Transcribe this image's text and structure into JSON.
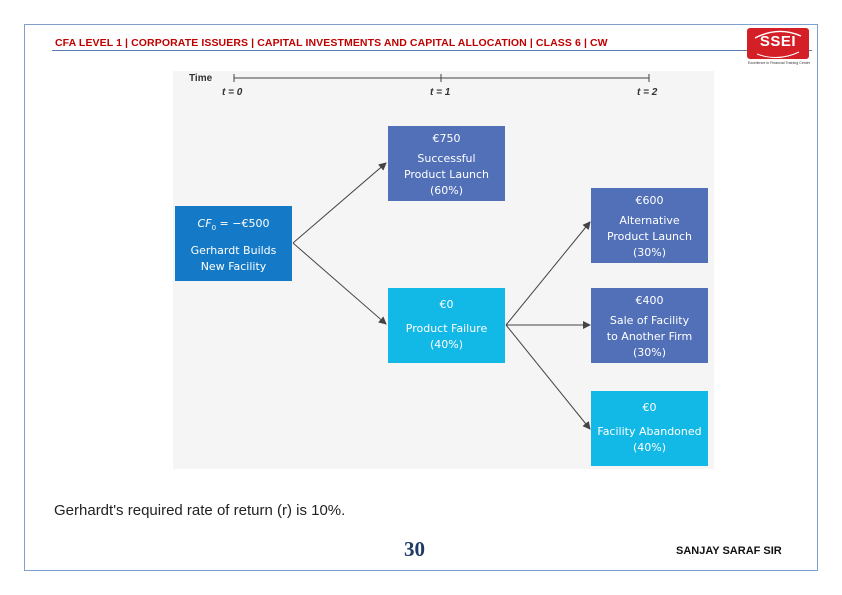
{
  "header": {
    "title": "CFA LEVEL 1 | CORPORATE ISSUERS | CAPITAL INVESTMENTS AND CAPITAL ALLOCATION | CLASS 6 | CW"
  },
  "logo": {
    "name": "SSEI",
    "tagline": "Excellence in Financial Training Center"
  },
  "timeline": {
    "label": "Time",
    "t0": "t = 0",
    "t1": "t = 1",
    "t2": "t = 2"
  },
  "nodes": {
    "start": {
      "cf_prefix": "CF",
      "cf_sub": "0",
      "cf_value": " = −€500",
      "label": "Gerhardt Builds\nNew Facility"
    },
    "success": {
      "amount": "€750",
      "label": "Successful\nProduct Launch\n(60%)"
    },
    "failure": {
      "amount": "€0",
      "label": "Product Failure\n(40%)"
    },
    "alternative": {
      "amount": "€600",
      "label": "Alternative\nProduct Launch\n(30%)"
    },
    "sale": {
      "amount": "€400",
      "label": "Sale of Facility\nto Another Firm\n(30%)"
    },
    "abandoned": {
      "amount": "€0",
      "label": "Facility Abandoned\n(40%)"
    }
  },
  "colors": {
    "header_text": "#c00000",
    "node_dark": "#5170b8",
    "node_light": "#12b8e6",
    "node_start": "#1479c6"
  },
  "body": {
    "text": "Gerhardt's required rate of return (r) is 10%."
  },
  "footer": {
    "page_number": "30",
    "author": "SANJAY SARAF SIR"
  }
}
